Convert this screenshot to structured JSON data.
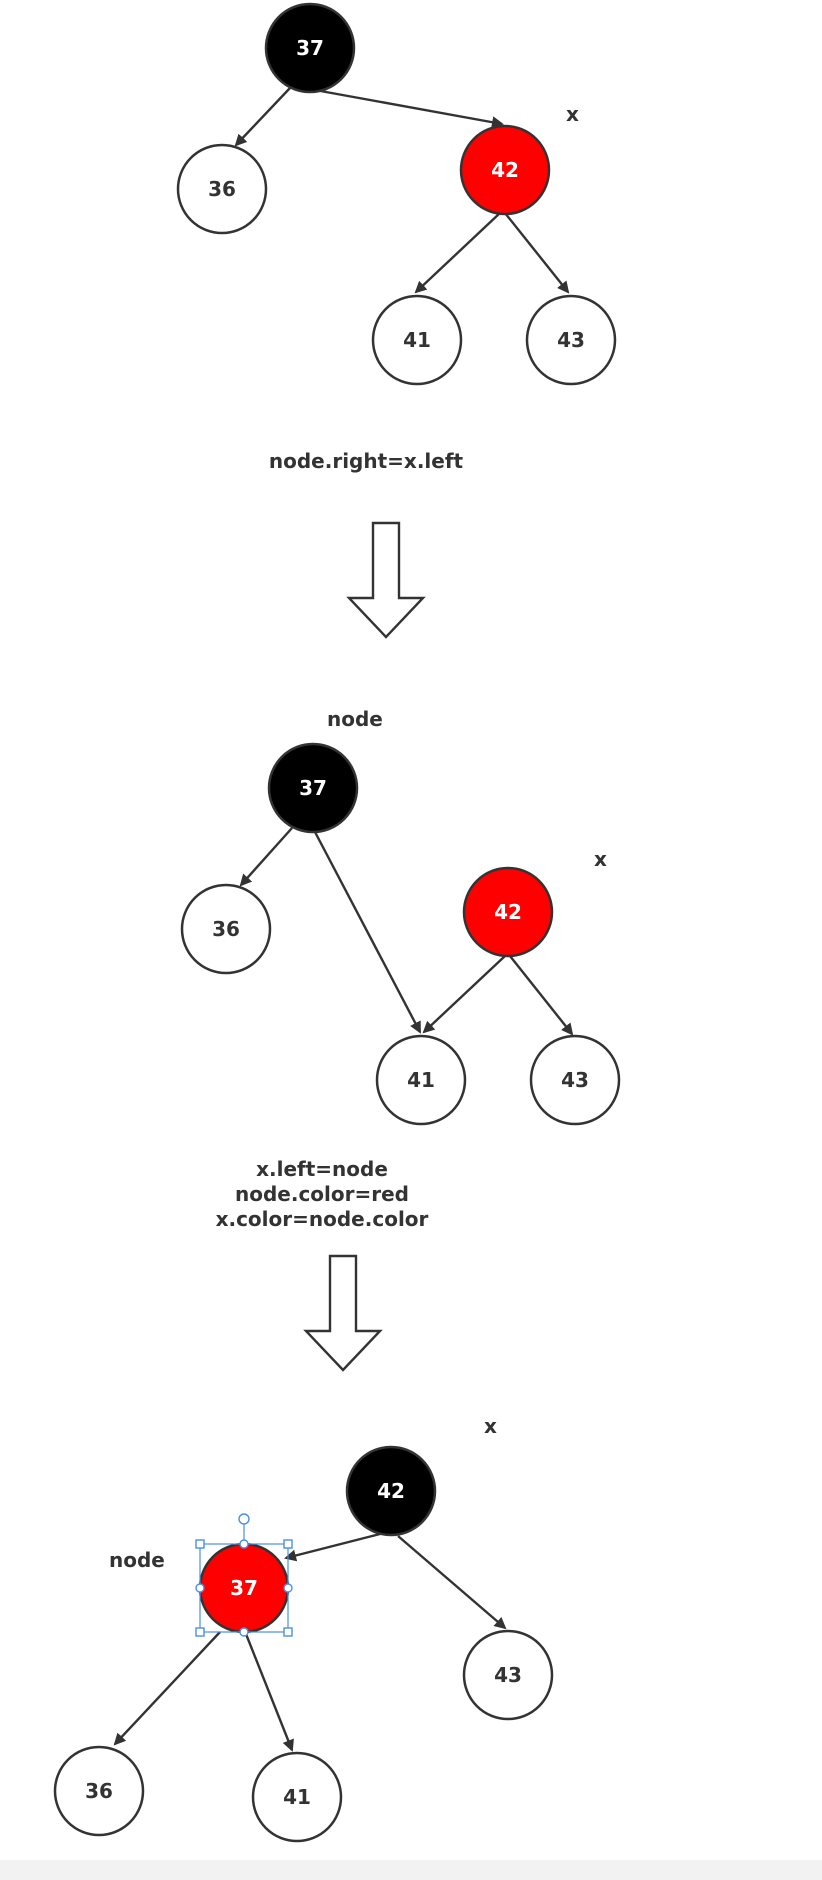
{
  "colors": {
    "black_node": "#000000",
    "red_node": "#ff0000",
    "white_node": "#ffffff",
    "stroke": "#333333",
    "selection": "#4a90e2"
  },
  "diagrams": [
    {
      "id": "before",
      "nodes": [
        {
          "key": "37",
          "label": "37",
          "color": "black"
        },
        {
          "key": "36",
          "label": "36",
          "color": "white"
        },
        {
          "key": "42",
          "label": "42",
          "color": "red"
        },
        {
          "key": "41",
          "label": "41",
          "color": "white"
        },
        {
          "key": "43",
          "label": "43",
          "color": "white"
        }
      ],
      "labels": [
        {
          "text": "x",
          "near": "42"
        }
      ],
      "edges": [
        [
          "37",
          "36"
        ],
        [
          "37",
          "42"
        ],
        [
          "42",
          "41"
        ],
        [
          "42",
          "43"
        ]
      ]
    },
    {
      "id": "middle",
      "nodes": [
        {
          "key": "37",
          "label": "37",
          "color": "black"
        },
        {
          "key": "36",
          "label": "36",
          "color": "white"
        },
        {
          "key": "42",
          "label": "42",
          "color": "red"
        },
        {
          "key": "41",
          "label": "41",
          "color": "white"
        },
        {
          "key": "43",
          "label": "43",
          "color": "white"
        }
      ],
      "labels": [
        {
          "text": "node",
          "near": "37"
        },
        {
          "text": "x",
          "near": "42"
        }
      ],
      "edges": [
        [
          "37",
          "36"
        ],
        [
          "37",
          "41"
        ],
        [
          "42",
          "41"
        ],
        [
          "42",
          "43"
        ]
      ]
    },
    {
      "id": "after",
      "nodes": [
        {
          "key": "42",
          "label": "42",
          "color": "black"
        },
        {
          "key": "37",
          "label": "37",
          "color": "red",
          "selected": true
        },
        {
          "key": "43",
          "label": "43",
          "color": "white"
        },
        {
          "key": "36",
          "label": "36",
          "color": "white"
        },
        {
          "key": "41",
          "label": "41",
          "color": "white"
        }
      ],
      "labels": [
        {
          "text": "x",
          "near": "42"
        },
        {
          "text": "node",
          "near": "37"
        }
      ],
      "edges": [
        [
          "42",
          "37"
        ],
        [
          "42",
          "43"
        ],
        [
          "37",
          "36"
        ],
        [
          "37",
          "41"
        ]
      ]
    }
  ],
  "steps": [
    {
      "lines": [
        "node.right=x.left"
      ]
    },
    {
      "lines": [
        "x.left=node",
        "node.color=red",
        "x.color=node.color"
      ]
    }
  ]
}
